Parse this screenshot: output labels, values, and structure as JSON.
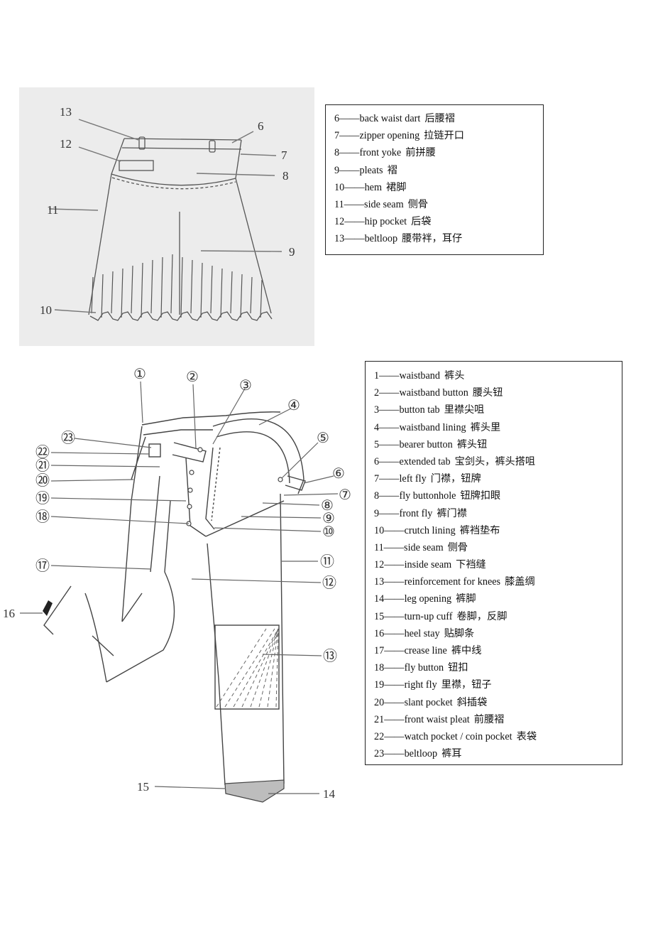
{
  "skirt": {
    "callouts": [
      "13",
      "12",
      "11",
      "10",
      "6",
      "7",
      "8",
      "9"
    ],
    "legend": [
      {
        "num": "6",
        "sep": "——",
        "en": "back waist dart",
        "zh": "后腰褶"
      },
      {
        "num": "7",
        "sep": "——",
        "en": "zipper opening",
        "zh": "拉链开口"
      },
      {
        "num": "8",
        "sep": "——",
        "en": "front yoke",
        "zh": "前拼腰"
      },
      {
        "num": "9",
        "sep": "——",
        "en": "pleats",
        "zh": "褶"
      },
      {
        "num": "10",
        "sep": "——",
        "en": "hem",
        "zh": "裙脚"
      },
      {
        "num": "11",
        "sep": "——",
        "en": "side seam",
        "zh": "侧骨"
      },
      {
        "num": "12",
        "sep": "——",
        "en": "hip pocket",
        "zh": "后袋"
      },
      {
        "num": "13",
        "sep": "——",
        "en": "beltloop",
        "zh": "腰带袢，耳仔"
      }
    ]
  },
  "trousers": {
    "callouts_top": [
      "①",
      "②",
      "③",
      "④",
      "⑤",
      "⑥"
    ],
    "callouts_left": [
      "㉓",
      "㉒",
      "㉑",
      "⑳",
      "⑲",
      "⑱",
      "⑰"
    ],
    "callouts_right": [
      "⑦",
      "⑧",
      "⑨",
      "⑩",
      "⑪",
      "⑫",
      "⑬"
    ],
    "callouts_plain": [
      "16",
      "15",
      "14"
    ],
    "legend": [
      {
        "num": "1",
        "sep": "——",
        "en": "waistband",
        "zh": "裤头"
      },
      {
        "num": "2",
        "sep": "——",
        "en": "waistband button",
        "zh": "腰头钮"
      },
      {
        "num": "3",
        "sep": "——",
        "en": "button tab",
        "zh": "里襟尖咀"
      },
      {
        "num": "4",
        "sep": "——",
        "en": "waistband lining",
        "zh": "裤头里"
      },
      {
        "num": "5",
        "sep": "——",
        "en": "bearer button",
        "zh": "裤头钮"
      },
      {
        "num": "6",
        "sep": "——",
        "en": "extended tab",
        "zh": "宝剑头，裤头搭咀"
      },
      {
        "num": "7",
        "sep": "——",
        "en": "left fly",
        "zh": "门襟，钮牌"
      },
      {
        "num": "8",
        "sep": "——",
        "en": "fly buttonhole",
        "zh": "钮牌扣眼"
      },
      {
        "num": "9",
        "sep": "——",
        "en": "front fly",
        "zh": "裤门襟"
      },
      {
        "num": "10",
        "sep": "——",
        "en": "crutch lining",
        "zh": "裤裆垫布"
      },
      {
        "num": "11",
        "sep": "——",
        "en": "side seam",
        "zh": "侧骨"
      },
      {
        "num": "12",
        "sep": "——",
        "en": "inside seam",
        "zh": "下裆缝"
      },
      {
        "num": "13",
        "sep": "——",
        "en": "reinforcement for knees",
        "zh": "膝盖绸"
      },
      {
        "num": "14",
        "sep": "——",
        "en": "leg opening",
        "zh": "裤脚"
      },
      {
        "num": "15",
        "sep": "——",
        "en": "turn-up cuff",
        "zh": "卷脚，反脚"
      },
      {
        "num": "16",
        "sep": "——",
        "en": "heel stay",
        "zh": "贴脚条"
      },
      {
        "num": "17",
        "sep": "——",
        "en": "crease line",
        "zh": "裤中线"
      },
      {
        "num": "18",
        "sep": "——",
        "en": "fly button",
        "zh": "钮扣"
      },
      {
        "num": "19",
        "sep": "——",
        "en": "right fly",
        "zh": "里襟，钮子"
      },
      {
        "num": "20",
        "sep": "——",
        "en": "slant pocket",
        "zh": "斜插袋"
      },
      {
        "num": "21",
        "sep": "——",
        "en": "front waist pleat",
        "zh": "前腰褶"
      },
      {
        "num": "22",
        "sep": "——",
        "en": "watch pocket / coin pocket",
        "zh": "表袋"
      },
      {
        "num": "23",
        "sep": "——",
        "en": "beltloop",
        "zh": "裤耳"
      }
    ]
  },
  "colors": {
    "line": "#555555",
    "skirt_bg": "#ececec",
    "cuff": "#bdbdbd",
    "heel": "#222222"
  }
}
